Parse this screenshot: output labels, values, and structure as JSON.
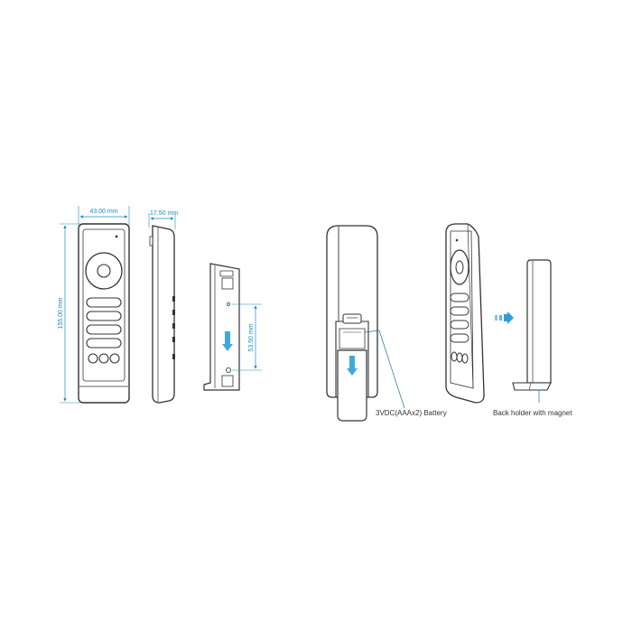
{
  "dimensions": {
    "width": "43.00 mm",
    "depth": "17.50 mm",
    "height": "155.00 mm",
    "holder_spacing": "53.50 mm"
  },
  "callouts": {
    "battery": "3VDC(AAAx2) Battery",
    "holder": "Back holder with magnet"
  },
  "colors": {
    "outline": "#333333",
    "dimension": "#1a8cc4",
    "arrow": "#2e9fd6",
    "line": "#1a6fb0"
  },
  "icons": {
    "arrow_down": "arrow-down-icon",
    "arrow_right": "arrow-right-icon"
  }
}
